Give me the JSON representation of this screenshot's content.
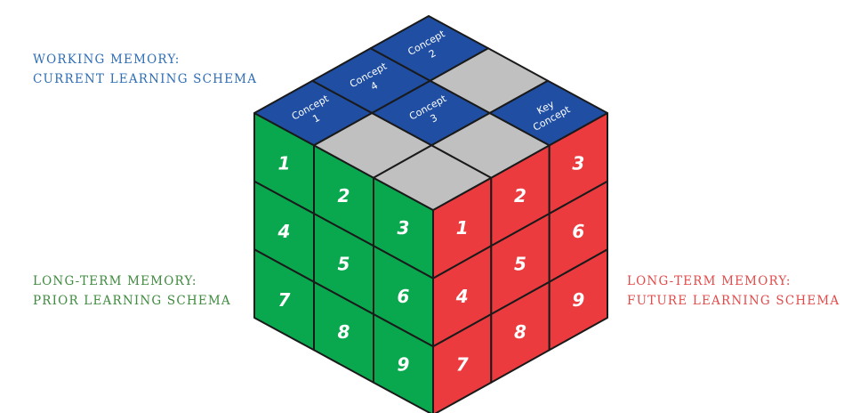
{
  "labels": {
    "working_memory": {
      "line1": "Working memory:",
      "line2": "Current learning schema",
      "color": "#2e6db4"
    },
    "prior": {
      "line1": "Long-term memory:",
      "line2": "Prior learning schema",
      "color": "#3e8a3e"
    },
    "future": {
      "line1": "Long-term memory:",
      "line2": "Future learning schema",
      "color": "#e24a4a"
    }
  },
  "cube": {
    "colors": {
      "green": "#0aa84e",
      "red": "#ec3b3f",
      "blue": "#1f4ea3",
      "gray": "#c0c0c0",
      "edge": "#1a1a1a"
    },
    "left_face": [
      "1",
      "2",
      "3",
      "4",
      "5",
      "6",
      "7",
      "8",
      "9"
    ],
    "right_face": [
      "1",
      "2",
      "3",
      "4",
      "5",
      "6",
      "7",
      "8",
      "9"
    ],
    "top_face": [
      {
        "l1": "Concept",
        "l2": "1",
        "blue": true
      },
      {
        "l1": "Concept",
        "l2": "4",
        "blue": true
      },
      {
        "l1": "Concept",
        "l2": "2",
        "blue": true
      },
      {
        "l1": "",
        "l2": "",
        "blue": false
      },
      {
        "l1": "Concept",
        "l2": "3",
        "blue": true
      },
      {
        "l1": "",
        "l2": "",
        "blue": false
      },
      {
        "l1": "",
        "l2": "",
        "blue": false
      },
      {
        "l1": "",
        "l2": "",
        "blue": false
      },
      {
        "l1": "Key",
        "l2": "Concept",
        "blue": true
      }
    ]
  }
}
